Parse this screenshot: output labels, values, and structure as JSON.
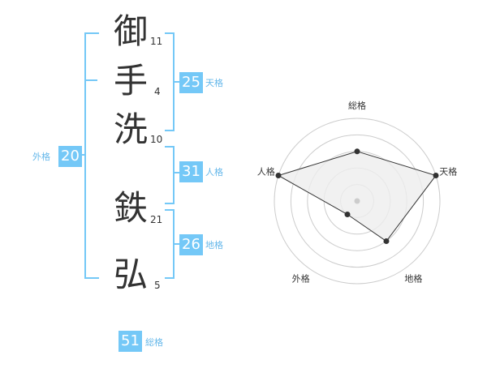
{
  "name_chars": [
    {
      "char": "御",
      "strokes": "11"
    },
    {
      "char": "手",
      "strokes": "4"
    },
    {
      "char": "洗",
      "strokes": "10"
    },
    {
      "char": "鉄",
      "strokes": "21"
    },
    {
      "char": "弘",
      "strokes": "5"
    }
  ],
  "kaku": {
    "tenkaku": {
      "value": "25",
      "label": "天格"
    },
    "jinkaku": {
      "value": "31",
      "label": "人格"
    },
    "chikaku": {
      "value": "26",
      "label": "地格"
    },
    "gaikaku": {
      "value": "20",
      "label": "外格"
    },
    "soukaku": {
      "value": "51",
      "label": "総格"
    }
  },
  "radar": {
    "axes": [
      "総格",
      "天格",
      "地格",
      "外格",
      "人格"
    ],
    "levels": 5,
    "values": [
      3,
      5,
      3,
      1,
      5
    ],
    "colors": {
      "fill": "#eeeeee",
      "line": "#333333",
      "grid": "#cccccc",
      "point": "#333333",
      "center": "#cccccc"
    }
  }
}
